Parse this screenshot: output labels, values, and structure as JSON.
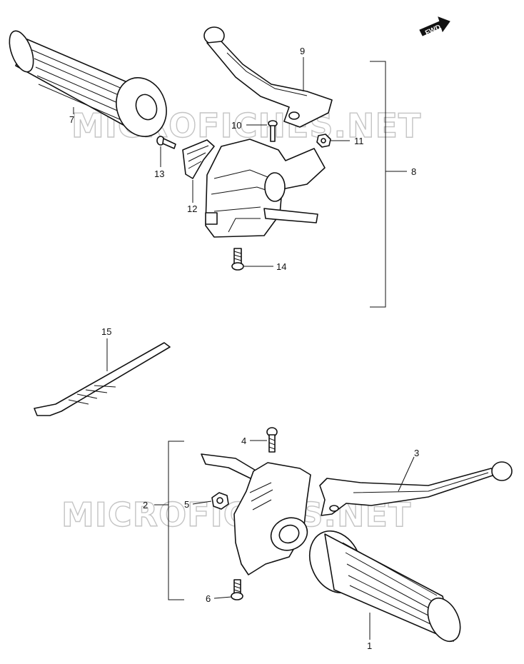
{
  "watermark": "MICROFICHES.NET",
  "direction_badge": "FWD",
  "callouts": {
    "c1": "1",
    "c2": "2",
    "c3": "3",
    "c4": "4",
    "c5": "5",
    "c6": "6",
    "c7": "7",
    "c8": "8",
    "c9": "9",
    "c10": "10",
    "c11": "11",
    "c12": "12",
    "c13": "13",
    "c14": "14",
    "c15": "15"
  }
}
